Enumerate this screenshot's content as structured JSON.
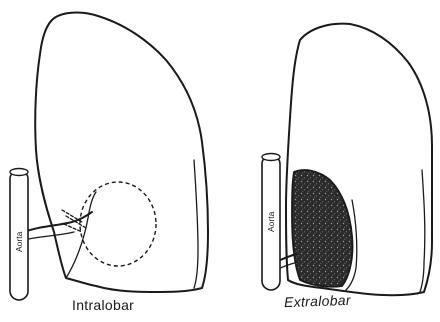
{
  "panels": [
    {
      "caption": "Intralobar",
      "vessel_label": "Aorta"
    },
    {
      "caption": "Extralobar",
      "vessel_label": "Aorta"
    }
  ],
  "colors": {
    "ink": "#1a1a1a",
    "sequestration_fill": "#2b2b2b",
    "background": "#ffffff"
  }
}
